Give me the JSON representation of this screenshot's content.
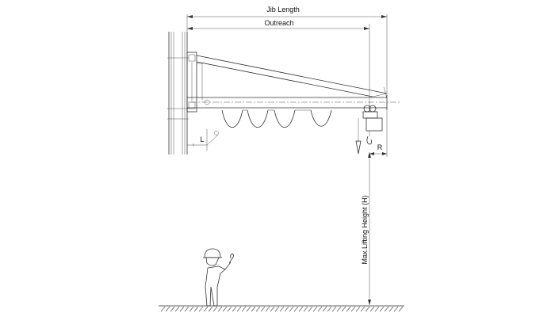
{
  "labels": {
    "jib_length": "Jib Length",
    "outreach": "Outreach",
    "lifting_height": "Max.Lifting Height (H)",
    "radius": "R",
    "distance": "L"
  }
}
